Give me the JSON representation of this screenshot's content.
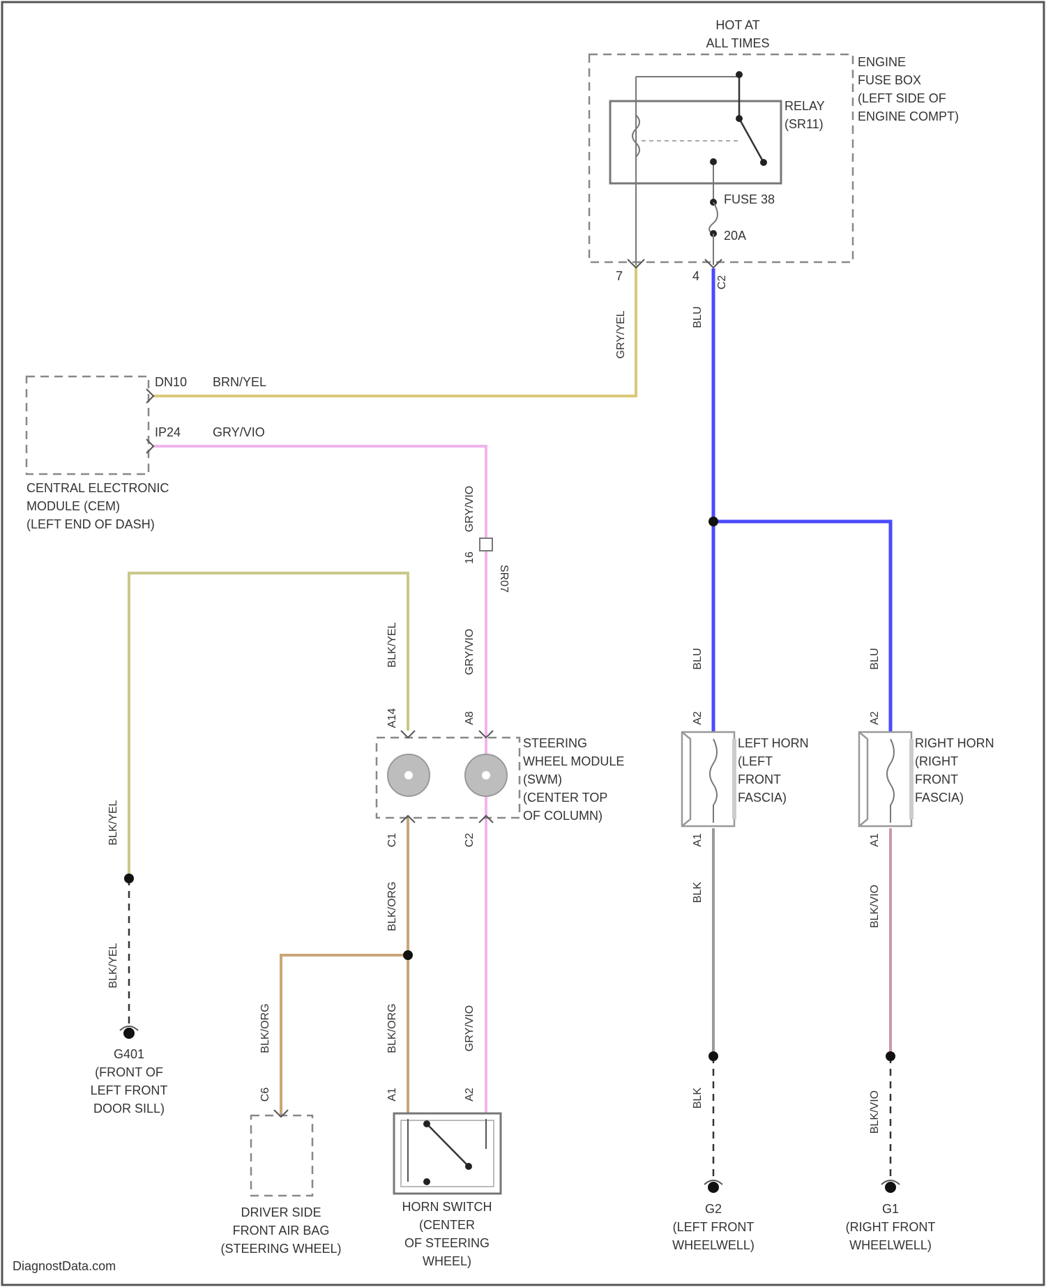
{
  "power": {
    "line1": "HOT AT",
    "line2": "ALL TIMES"
  },
  "fuse_box": {
    "lines": [
      "ENGINE",
      "FUSE BOX",
      "(LEFT SIDE OF",
      "ENGINE COMPT)"
    ],
    "relay": [
      "RELAY",
      "(SR11)"
    ],
    "fuse": "FUSE 38",
    "fuse_amp": "20A",
    "pin_left": "7",
    "pin_right": "4",
    "conn_right": "C2"
  },
  "cem": {
    "lines": [
      "CENTRAL ELECTRONIC",
      "MODULE (CEM)",
      "(LEFT END OF DASH)"
    ],
    "pin1": "DN10",
    "pin1_wire": "BRN/YEL",
    "pin2": "IP24",
    "pin2_wire": "GRY/VIO"
  },
  "wires": {
    "relay_out": "GRY/YEL",
    "fuse_out": "BLU",
    "gry_vio_upper": "GRY/VIO",
    "conn_pin": "16",
    "conn_label": "SR07",
    "gry_vio_mid": "GRY/VIO",
    "blk_yel_top": "BLK/YEL",
    "blu_left": "BLU",
    "blu_right": "BLU",
    "blk_yel_left": "BLK/YEL",
    "blk_yel_left_lower": "BLK/YEL",
    "blk_org_a": "BLK/ORG",
    "blk_org_b": "BLK/ORG",
    "blk_org_c": "BLK/ORG",
    "gry_vio_lower": "GRY/VIO",
    "blk_lh": "BLK",
    "blk_lh_lower": "BLK",
    "blk_vio_rh": "BLK/VIO",
    "blk_vio_rh_lower": "BLK/VIO"
  },
  "swm": {
    "lines": [
      "STEERING",
      "WHEEL MODULE",
      "(SWM)",
      "(CENTER TOP",
      "OF COLUMN)"
    ],
    "pin_a14": "A14",
    "pin_a8": "A8",
    "pin_c1": "C1",
    "pin_c2": "C2"
  },
  "left_horn": {
    "lines": [
      "LEFT HORN",
      "(LEFT",
      "FRONT",
      "FASCIA)"
    ],
    "pin_top": "A2",
    "pin_bot": "A1"
  },
  "right_horn": {
    "lines": [
      "RIGHT HORN",
      "(RIGHT",
      "FRONT",
      "FASCIA)"
    ],
    "pin_top": "A2",
    "pin_bot": "A1"
  },
  "ground_g401": {
    "lines": [
      "G401",
      "(FRONT OF",
      "LEFT FRONT",
      "DOOR SILL)"
    ]
  },
  "airbag": {
    "lines": [
      "DRIVER SIDE",
      "FRONT AIR BAG",
      "(STEERING WHEEL)"
    ],
    "pin": "C6"
  },
  "horn_switch": {
    "lines": [
      "HORN SWITCH",
      "(CENTER",
      "OF STEERING",
      "WHEEL)"
    ],
    "pin1": "A1",
    "pin2": "A2"
  },
  "ground_g2": {
    "lines": [
      "G2",
      "(LEFT FRONT",
      "WHEELWELL)"
    ]
  },
  "ground_g1": {
    "lines": [
      "G1",
      "(RIGHT FRONT",
      "WHEELWELL)"
    ]
  },
  "watermark": "DiagnostData.com",
  "colors": {
    "blue_wire": "#4a4aff",
    "yellow_wire": "#d9c97a",
    "olive_wire": "#c8c88a",
    "pink_wire": "#f0b4ec",
    "tan_wire": "#c9a67a",
    "gray_wire": "#9a9a9a",
    "mauve_wire": "#c89aa6"
  }
}
